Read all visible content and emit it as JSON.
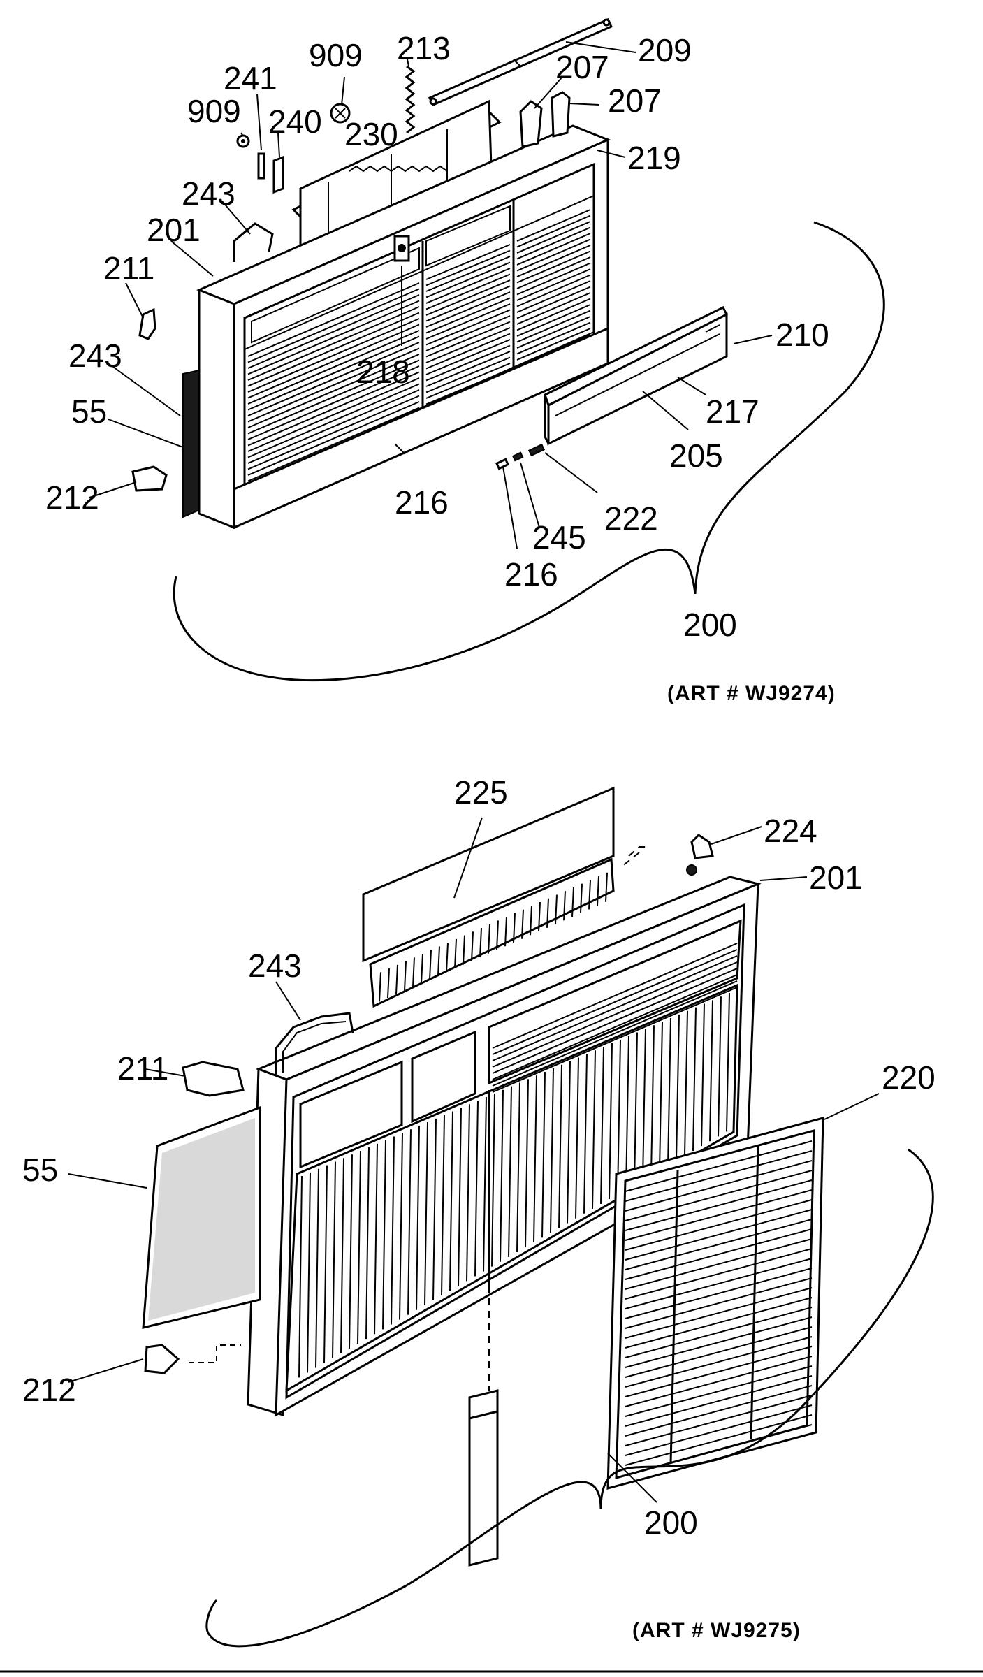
{
  "diagrams": [
    {
      "art_number": "(ART # WJ9274)",
      "labels": {
        "p909a": "909",
        "p909b": "909",
        "p241": "241",
        "p240": "240",
        "p213": "213",
        "p230": "230",
        "p209": "209",
        "p207a": "207",
        "p207b": "207",
        "p219": "219",
        "p243a": "243",
        "p201": "201",
        "p211": "211",
        "p243b": "243",
        "p55": "55",
        "p212": "212",
        "p218": "218",
        "p216a": "216",
        "p210": "210",
        "p217": "217",
        "p205": "205",
        "p222": "222",
        "p245": "245",
        "p216b": "216",
        "p200": "200"
      }
    },
    {
      "art_number": "(ART # WJ9275)",
      "labels": {
        "p225": "225",
        "p224": "224",
        "p201": "201",
        "p243": "243",
        "p211": "211",
        "p220": "220",
        "p55": "55",
        "p212": "212",
        "p200": "200"
      }
    }
  ]
}
